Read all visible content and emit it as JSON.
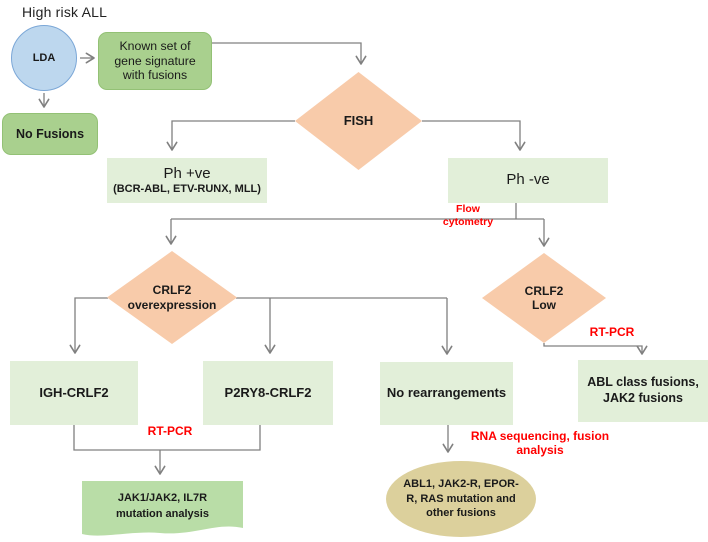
{
  "title": "High risk ALL",
  "colors": {
    "box_light_green": "#E2EFD9",
    "box_medium_green": "#A9D08E",
    "document_green": "#B9DDA7",
    "diamond_peach": "#F8CBAA",
    "circle_blue": "#BDD7EE",
    "ellipse_tan": "#DCD09C",
    "connector_gray": "#808080",
    "label_red": "#FF0000"
  },
  "nodes": {
    "lda": "LDA",
    "known_set": "Known set of gene signature with fusions",
    "no_fusions": "No Fusions",
    "fish": "FISH",
    "ph_positive": "Ph +ve",
    "ph_positive_sub": "(BCR-ABL, ETV-RUNX, MLL)",
    "ph_negative": "Ph -ve",
    "crlf2_over_line1": "CRLF2",
    "crlf2_over_line2": "overexpression",
    "crlf2_low_line1": "CRLF2",
    "crlf2_low_line2": "Low",
    "igh_crlf2": "IGH-CRLF2",
    "p2ry8_crlf2": "P2RY8-CRLF2",
    "no_rearrangements": "No rearrangements",
    "abl_class": "ABL class fusions, JAK2 fusions",
    "jak_mutation": "JAK1/JAK2, IL7R mutation analysis",
    "fusion_result": "ABL1, JAK2-R, EPOR-R, RAS mutation and other fusions"
  },
  "edge_labels": {
    "flow_cytometry": "Flow cytometry",
    "rt_pcr_left": "RT-PCR",
    "rt_pcr_right": "RT-PCR",
    "rna_sequencing": "RNA sequencing, fusion analysis"
  }
}
